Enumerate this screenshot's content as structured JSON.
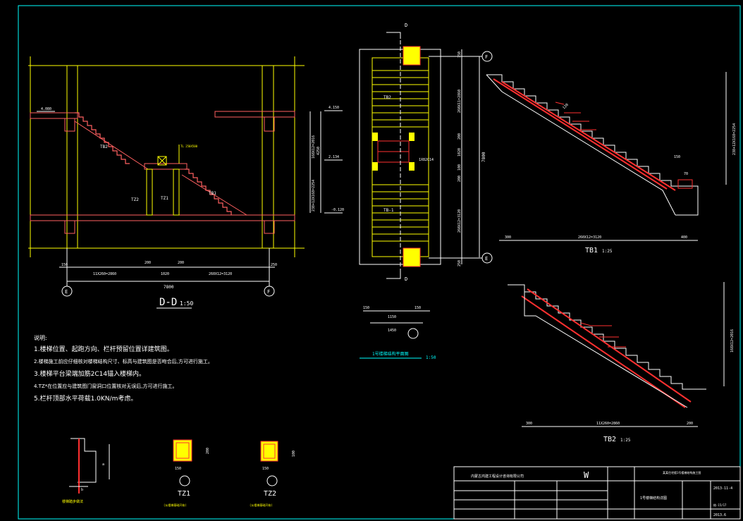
{
  "colors": {
    "background": "#000000",
    "wall_hatch": "#ff6060",
    "concrete": "#ff3030",
    "grid": "#ffff00",
    "dim": "#00ffff",
    "text": "#ffffff",
    "column_fill": "#ffff00",
    "frame": "#00ffff"
  },
  "section_dd": {
    "title": "D-D",
    "scale": "1:50",
    "elev_top_left": "4.080",
    "elev_top_right": "4.150",
    "elev_mid": "2.134",
    "elev_bottom": "-0.120",
    "label_tb2": "TB2",
    "label_tz2": "TZ2",
    "label_tz1": "TZ1",
    "label_tb1": "TB1",
    "label_beam": "TL 250X500",
    "height_upper": "168X12=2016",
    "height_lower": "238+12X168=2254",
    "height_total": "4250",
    "dims_bottom": [
      "150",
      "11X260=2860",
      "200",
      "1020",
      "200",
      "260X12=3120",
      "250"
    ],
    "total": "7800",
    "axis_left": "E",
    "axis_right": "F"
  },
  "plan": {
    "section_mark": "D",
    "label_tb2": "TB2",
    "label_tb1": "TB-1",
    "dims_right": [
      "150",
      "260X11=2860",
      "200",
      "1020",
      "100",
      "200",
      "260X12=3120",
      "250"
    ],
    "total": "7800",
    "note_rebar": "1X82C14",
    "dims_bottom": [
      "150",
      "1150",
      "150"
    ],
    "width_total": "1450",
    "axis_top": "F",
    "axis_bottom": "E",
    "title": "1号楼梯结构平面图",
    "scale": "1:50"
  },
  "tb1": {
    "title": "TB1",
    "scale": "1:25",
    "height": "238+12X168=2254",
    "dims": [
      "300",
      "260X12=3120",
      "400"
    ],
    "label_thk": "150",
    "label_70": "70",
    "label_120": "120"
  },
  "tb2": {
    "title": "TB2",
    "scale": "1:25",
    "height": "168X12=2016",
    "dims": [
      "300",
      "11X260=2860",
      "200"
    ]
  },
  "notes": {
    "heading": "说明:",
    "items": [
      "1.楼梯位置、起跑方向、栏杆预留位置详建筑图。",
      "2.楼梯施工前应仔细核对楼梯结构尺寸、标高与建筑图是否吻合后,方可进行施工。",
      "3.楼梯平台梁端加筋2C14锚入楼梯内。",
      "4.TZ*在位置应与建筑图门窗洞口位置核对无误后,方可进行施工。",
      "5.栏杆顶部水平荷载1.0KN/m考虑。"
    ]
  },
  "details": {
    "step_label": "楼梯踏步做法",
    "tz1": "TZ1",
    "tz2": "TZ2",
    "tz1_sub": "(从楼梯基础开始)",
    "tz2_sub": "(从楼梯基础开始)",
    "dim_150": "150",
    "dim_200": "200",
    "dim_100": "100",
    "label_b": "b",
    "label_a": "a"
  },
  "title_block": {
    "company": "内蒙古鸿建工程设计咨询有限公司",
    "project_name": "某某住宅楼1号楼梯结构施工图",
    "drawing_name": "1号楼梯结构详图",
    "date": "2013-11-4",
    "number": "2013.6",
    "code": "结-15/17"
  }
}
